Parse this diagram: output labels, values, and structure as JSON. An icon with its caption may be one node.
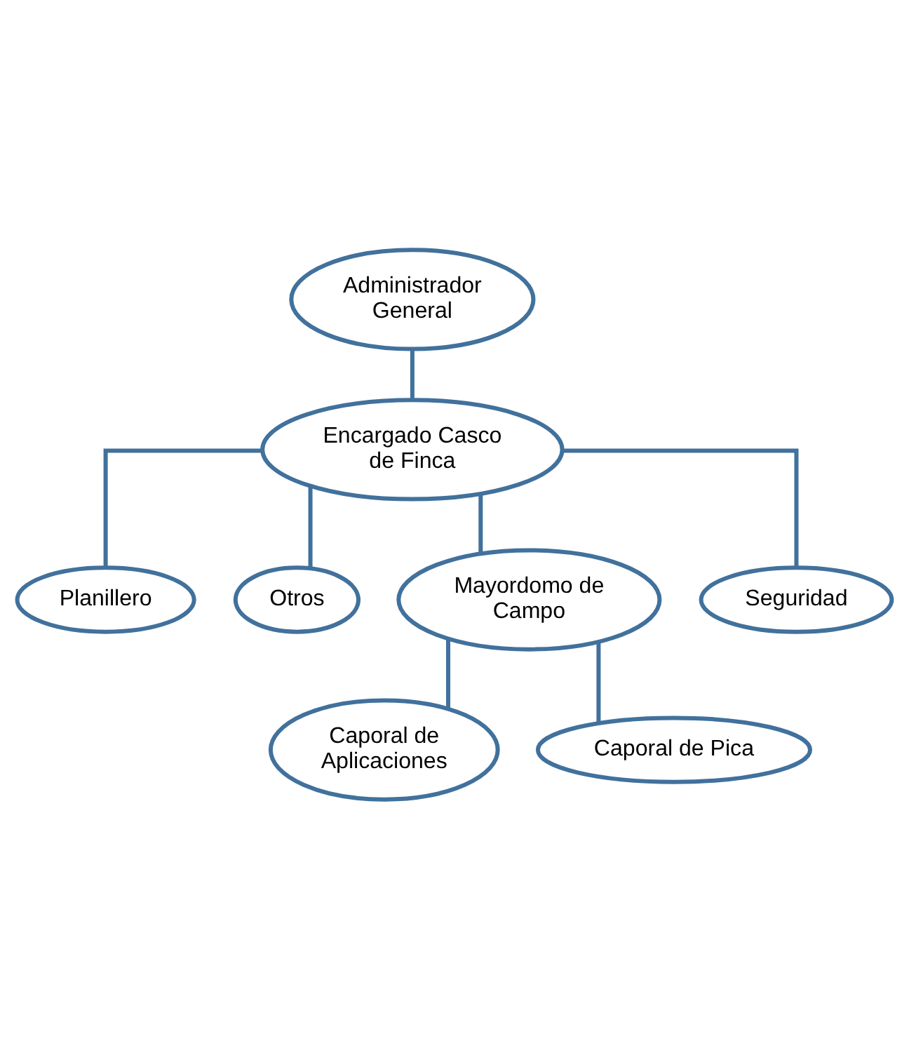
{
  "diagram": {
    "nodes": [
      {
        "text": [
          "Administrador General"
        ]
      },
      {
        "text": [
          "Encargado Casco de Finca"
        ]
      },
      {
        "text": [
          "Planillero"
        ]
      },
      {
        "text": [
          "Otros"
        ]
      },
      {
        "text": [
          "Mayordomo de Campo"
        ]
      },
      {
        "text": [
          "Seguridad"
        ]
      },
      {
        "text": [
          "Caporal de Aplicaciones"
        ]
      },
      {
        "text": [
          "Caporal de Pica"
        ]
      }
    ],
    "edges": [
      {
        "from": 0,
        "to": 1,
        "arrow": "none"
      },
      {
        "from": 1,
        "to": 2,
        "arrow": "none"
      },
      {
        "from": 1,
        "to": 3,
        "arrow": "none"
      },
      {
        "from": 1,
        "to": 4,
        "arrow": "none"
      },
      {
        "from": 1,
        "to": 5,
        "arrow": "none"
      },
      {
        "from": 4,
        "to": 6,
        "arrow": "none"
      },
      {
        "from": 4,
        "to": 7,
        "arrow": "none"
      }
    ]
  }
}
